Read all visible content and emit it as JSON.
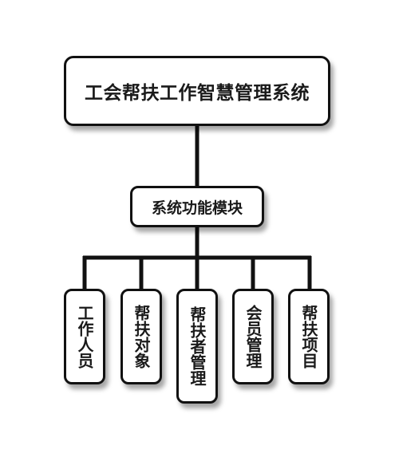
{
  "diagram": {
    "root": {
      "label": "工会帮扶工作智慧管理系统"
    },
    "module": {
      "label": "系统功能模块"
    },
    "children": [
      {
        "label": "工作人员"
      },
      {
        "label": "帮扶对象"
      },
      {
        "label": "帮扶者管理"
      },
      {
        "label": "会员管理"
      },
      {
        "label": "帮扶项目"
      }
    ]
  },
  "colors": {
    "line": "#111111",
    "node_border": "#111111",
    "node_fill": "#ffffff",
    "text": "#1a1a1a"
  }
}
